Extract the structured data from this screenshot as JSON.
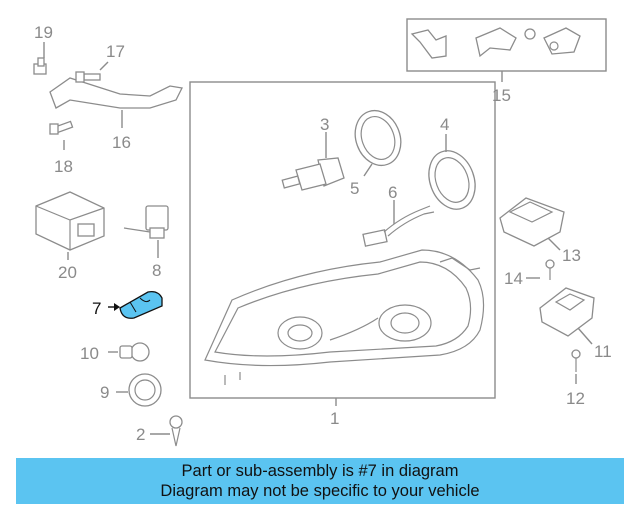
{
  "diagram": {
    "callouts": {
      "c1": "1",
      "c2": "2",
      "c3": "3",
      "c4": "4",
      "c5": "5",
      "c6": "6",
      "c7": "7",
      "c8": "8",
      "c9": "9",
      "c10": "10",
      "c11": "11",
      "c12": "12",
      "c13": "13",
      "c14": "14",
      "c15": "15",
      "c16": "16",
      "c17": "17",
      "c18": "18",
      "c19": "19",
      "c20": "20"
    },
    "highlighted_part": "7",
    "highlight_color": "#5bc4f1",
    "line_color": "#8c8c8c"
  },
  "banner": {
    "line1": "Part or sub-assembly is #7 in diagram",
    "line2": "Diagram may not be specific to your vehicle",
    "color": "#5bc4f1"
  }
}
